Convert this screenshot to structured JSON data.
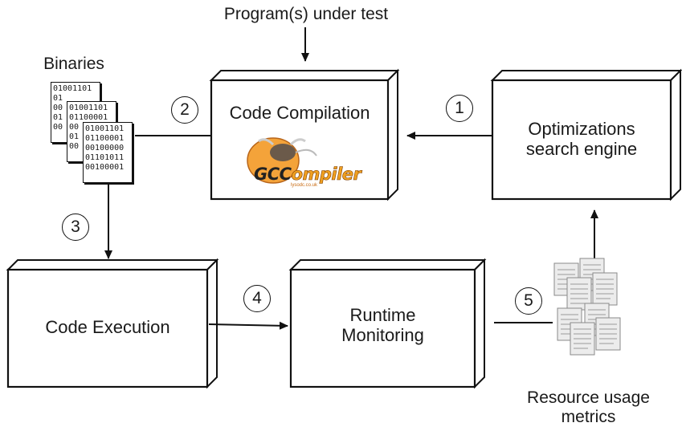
{
  "top_label": "Program(s) under test",
  "binaries_label": "Binaries",
  "binary_docs": [
    {
      "lines": [
        "01001101",
        "01",
        "00",
        "01",
        "00"
      ]
    },
    {
      "lines": [
        "01001101",
        "01100001",
        "00",
        "01",
        "00"
      ]
    },
    {
      "lines": [
        "01001101",
        "01100001",
        "00100000",
        "01101011",
        "00100001"
      ]
    }
  ],
  "boxes": {
    "code_compilation": "Code Compilation",
    "optimizations_engine": [
      "Optimizations",
      "search engine"
    ],
    "code_execution": "Code Execution",
    "runtime_monitoring": [
      "Runtime",
      "Monitoring"
    ]
  },
  "gcc_logo": {
    "text_gcc": "GCC",
    "text_compiler": "ompiler",
    "url": "lysodc.co.uk"
  },
  "steps": [
    "1",
    "2",
    "3",
    "4",
    "5"
  ],
  "resource_label": [
    "Resource usage",
    "metrics"
  ],
  "colors": {
    "stroke": "#111111",
    "logo_orange": "#f0a020",
    "doc_gray": "#9a9a9a"
  }
}
